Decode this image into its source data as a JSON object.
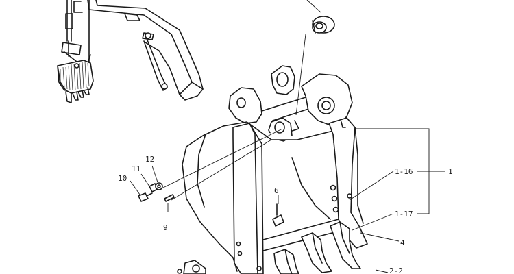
{
  "diagram": {
    "callouts": {
      "c1": "1",
      "c1_16": "1-16",
      "c1_17": "1-17",
      "c4": "4",
      "c6": "6",
      "c9": "9",
      "c10": "10",
      "c11": "11",
      "c12": "12",
      "c2_2": "2-2"
    }
  }
}
